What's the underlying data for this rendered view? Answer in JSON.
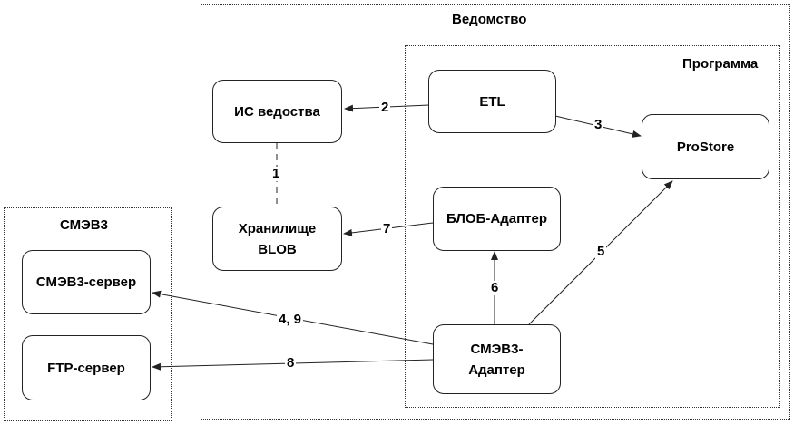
{
  "groups": {
    "vedomstvo": "Ведомство",
    "programma": "Программа",
    "smev3": "СМЭВ3"
  },
  "nodes": {
    "is_vedomstva": "ИС ведоства",
    "etl": "ETL",
    "prostore": "ProStore",
    "storage_line1": "Хранилище",
    "storage_line2": "BLOB",
    "blob_adapter": "БЛОБ-Адаптер",
    "smev3_server": "СМЭВ3-сервер",
    "ftp_server": "FTP-сервер",
    "smev3_adapter_line1": "СМЭВ3-",
    "smev3_adapter_line2": "Адаптер"
  },
  "edge_labels": {
    "e1": "1",
    "e2": "2",
    "e3": "3",
    "e4_9": "4, 9",
    "e5": "5",
    "e6": "6",
    "e7": "7",
    "e8": "8"
  },
  "colors": {
    "line": "#222222",
    "group_border": "#333333",
    "background": "#ffffff"
  }
}
